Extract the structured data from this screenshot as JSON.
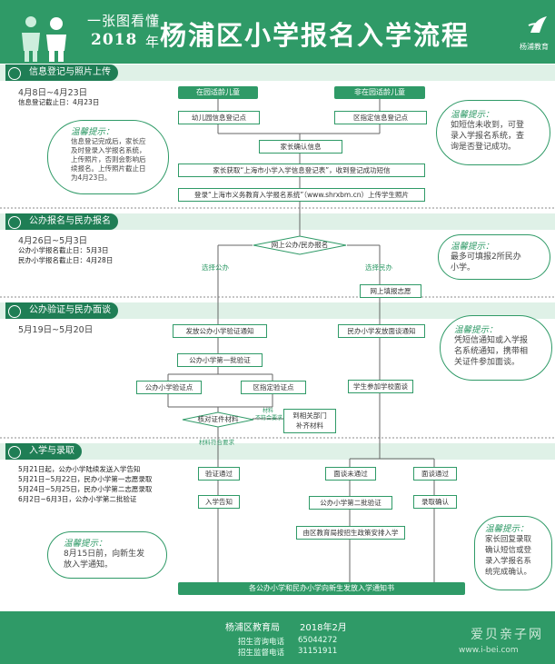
{
  "header": {
    "subtitle": "一张图看懂",
    "year": "2018",
    "year_suffix": "年",
    "title": "杨浦区小学报名入学流程",
    "logo_text": "杨浦教育"
  },
  "sections": [
    {
      "label": "信息登记与照片上传",
      "date": "4月8日~4月23日",
      "notes": [
        "信息登记截止日：4月23日"
      ]
    },
    {
      "label": "公办报名与民办报名",
      "date": "4月26日~5月3日",
      "notes": [
        "公办小学报名截止日：5月3日",
        "民办小学报名截止日：4月28日"
      ]
    },
    {
      "label": "公办验证与民办面谈",
      "date": "5月19日~5月20日",
      "notes": []
    },
    {
      "label": "入学与录取",
      "date": "",
      "notes": [
        "5月21日起，公办小学陆续发送入学告知",
        "5月21日~5月22日，民办小学第一志愿录取",
        "5月24日~5月25日，民办小学第二志愿录取",
        "6月2日~6月3日，公办小学第二批验证"
      ]
    }
  ],
  "flow": {
    "in_kindergarten": "在园适龄儿童",
    "not_in_kindergarten": "非在园适龄儿童",
    "kg_register": "幼儿园信息登记点",
    "district_register": "区指定信息登记点",
    "parent_confirm": "家长确认信息",
    "get_form": "家长获取“上海市小学入学信息登记表”，收到登记成功短信",
    "login_upload": "登录“上海市义务教育入学报名系统”（www.shrxbm.cn）上传学生照片",
    "online_apply": "网上公办/民办报名",
    "choose_public": "选择公办",
    "choose_private": "选择民办",
    "online_wish": "网上填报志愿",
    "public_notice": "发放公办小学验证通知",
    "private_notice": "民办小学发放面谈通知",
    "public_first": "公办小学第一批验证",
    "public_point": "公办小学验证点",
    "district_point": "区指定验证点",
    "interview": "学生参加学校面谈",
    "check_docs": "核对证件材料",
    "docs_ok": "材料符合要求",
    "docs_bad_1": "材料",
    "docs_bad_2": "不符合要求",
    "supplement_1": "到相关部门",
    "supplement_2": "补齐材料",
    "verify_pass": "验证通过",
    "interview_not_pass": "面谈未通过",
    "interview_pass": "面谈通过",
    "admission_notice": "入学告知",
    "public_second": "公办小学第二批验证",
    "admit_confirm": "录取确认",
    "arrange": "由区教育局按招生政策安排入学",
    "final": "各公办小学和民办小学向新生发放入学通知书"
  },
  "tips": [
    {
      "head": "温馨提示：",
      "text": [
        "信息登记完成后，家长应",
        "及时登录入学报名系统，",
        "上传照片，否则会影响后",
        "续报名。上传照片截止日",
        "为4月23日。"
      ]
    },
    {
      "head": "温馨提示：",
      "text": [
        "如短信未收到，可登",
        "录入学报名系统，查",
        "询是否登记成功。"
      ]
    },
    {
      "head": "温馨提示：",
      "text": [
        "最多可填报2所民办",
        "小学。"
      ]
    },
    {
      "head": "温馨提示：",
      "text": [
        "凭短信通知或入学报",
        "名系统通知，携带相",
        "关证件参加面谈。"
      ]
    },
    {
      "head": "温馨提示：",
      "text": [
        "8月15日前，向新生发",
        "放入学通知。"
      ]
    },
    {
      "head": "温馨提示：",
      "text": [
        "家长回复录取",
        "确认短信或登",
        "录入学报名系",
        "统完成确认。"
      ]
    }
  ],
  "footer": {
    "org": "杨浦区教育局",
    "date": "2018年2月",
    "consult_label": "招生咨询电话",
    "consult_phone": "65044272",
    "supervise_label": "招生监督电话",
    "supervise_phone": "31151911"
  },
  "watermark": {
    "cn": "爱贝亲子网",
    "url": "www.i-bei.com"
  },
  "colors": {
    "primary": "#2f9a67",
    "dark": "#1f7e55",
    "band": "#dff1e7"
  }
}
